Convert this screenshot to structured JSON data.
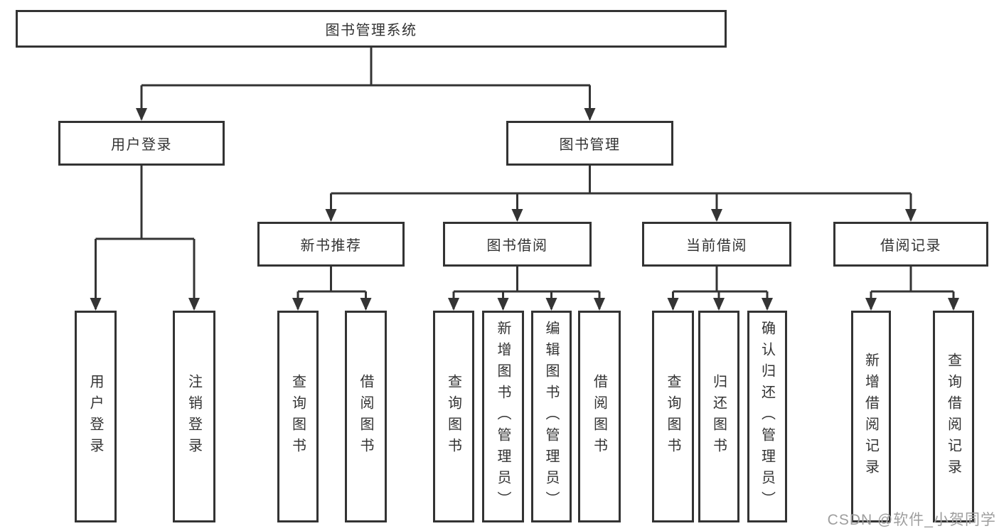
{
  "diagram": {
    "root": {
      "label": "图书管理系统"
    },
    "branches": [
      {
        "label": "用户登录",
        "children": [
          {
            "label": "用户登录"
          },
          {
            "label": "注销登录"
          }
        ]
      },
      {
        "label": "图书管理",
        "children": [
          {
            "label": "新书推荐",
            "children": [
              {
                "label": "查询图书"
              },
              {
                "label": "借阅图书"
              }
            ]
          },
          {
            "label": "图书借阅",
            "children": [
              {
                "label": "查询图书"
              },
              {
                "label": "新增图书（管理员）"
              },
              {
                "label": "编辑图书（管理员）"
              },
              {
                "label": "借阅图书"
              }
            ]
          },
          {
            "label": "当前借阅",
            "children": [
              {
                "label": "查询图书"
              },
              {
                "label": "归还图书"
              },
              {
                "label": "确认归还（管理员）"
              }
            ]
          },
          {
            "label": "借阅记录",
            "children": [
              {
                "label": "新增借阅记录"
              },
              {
                "label": "查询借阅记录"
              }
            ]
          }
        ]
      }
    ]
  },
  "watermark": {
    "text": "CSDN @软件_小贺同学"
  },
  "colors": {
    "line": "#343434",
    "box_border": "#333333",
    "text": "#333333",
    "watermark": "#9e9e9e"
  }
}
